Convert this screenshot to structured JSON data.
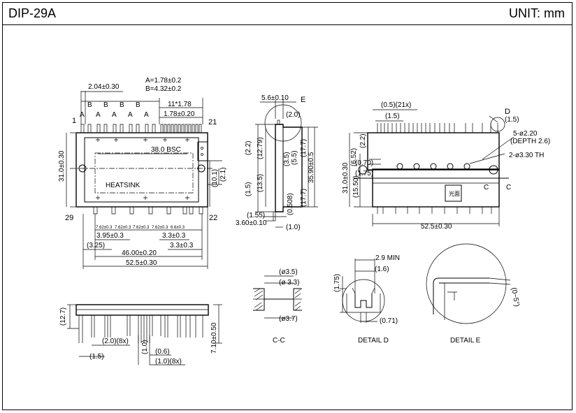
{
  "header": {
    "title": "DIP-29A",
    "unit": "UNIT: mm"
  },
  "top_view": {
    "pitch_top": "2.04±0.30",
    "a_def": "A=1.78±0.2",
    "b_def": "B=4.32±0.2",
    "letter_a": "A",
    "letter_b": "B",
    "pins_pitch": "11*1.78",
    "pitch_right": "1.78±0.20",
    "pin_21": "21",
    "pin_1": "1",
    "pin_29": "29",
    "pin_22": "22",
    "bsc": "38.0 BSC",
    "heatsink": "HEATSINK",
    "height": "31.0±0.30",
    "h101": "(10.1)",
    "h21": "(2.1)",
    "sp1": "7.62±0.3",
    "sp5": "6.6±0.3",
    "d395": "3.95±0.3",
    "d33a": "3.3±0.3",
    "d325": "(3.25)",
    "d33b": "3.3±0.3",
    "d46": "46.00±0.20",
    "d525": "52.5±0.30"
  },
  "side_view": {
    "d56": "5.6±0.10",
    "e": "E",
    "d20": "(2.0)",
    "d22": "(2.2)",
    "d1279": "(12.79)",
    "d35": "(3.5)",
    "d55": "(5.5)",
    "d177a": "(17.7)",
    "d359": "35.90±0.5",
    "d135": "(13.5)",
    "d15": "(1.5)",
    "d0508": "(0.508)",
    "d177b": "(17.7)",
    "d155": "(1.55)",
    "d36": "3.60±0.10",
    "d10": "(1.0)"
  },
  "right_view": {
    "d05": "(0.5)(21x)",
    "d15top": "(1.5)",
    "d": "D",
    "d15d": "(1.5)",
    "holes5": "5-ø2.20",
    "depth": "(DEPTH 2.6)",
    "holes2": "2-ø3.30 TH",
    "d22": "(2.2)",
    "d652": "(6.52)",
    "d070": "(0.70)",
    "d175": "(1.75)",
    "d31": "31.0±0.30",
    "d155": "(15.50)",
    "c": "C",
    "d525": "52.5±0.30",
    "logo": "光面"
  },
  "bottom_view": {
    "d127": "(12.7)",
    "d20x8": "(2.0)(8x)",
    "d15": "(1.5)",
    "d10": "(1.0)",
    "d06": "(0.6)",
    "d10x8": "(1.0)(8x)",
    "d710": "7.10±0.50"
  },
  "detail_cc": {
    "d35": "(ø3.5)",
    "d33": "(ø 3.3)",
    "d37": "(ø3.7)",
    "label": "C-C"
  },
  "detail_d": {
    "d29": "2.9 MIN",
    "d16": "(1.6)",
    "d175": "(1.75)",
    "d071": "(0.71)",
    "label": "DETAIL D"
  },
  "detail_e": {
    "angle": "(0~5°)",
    "label": "DETAIL E"
  }
}
